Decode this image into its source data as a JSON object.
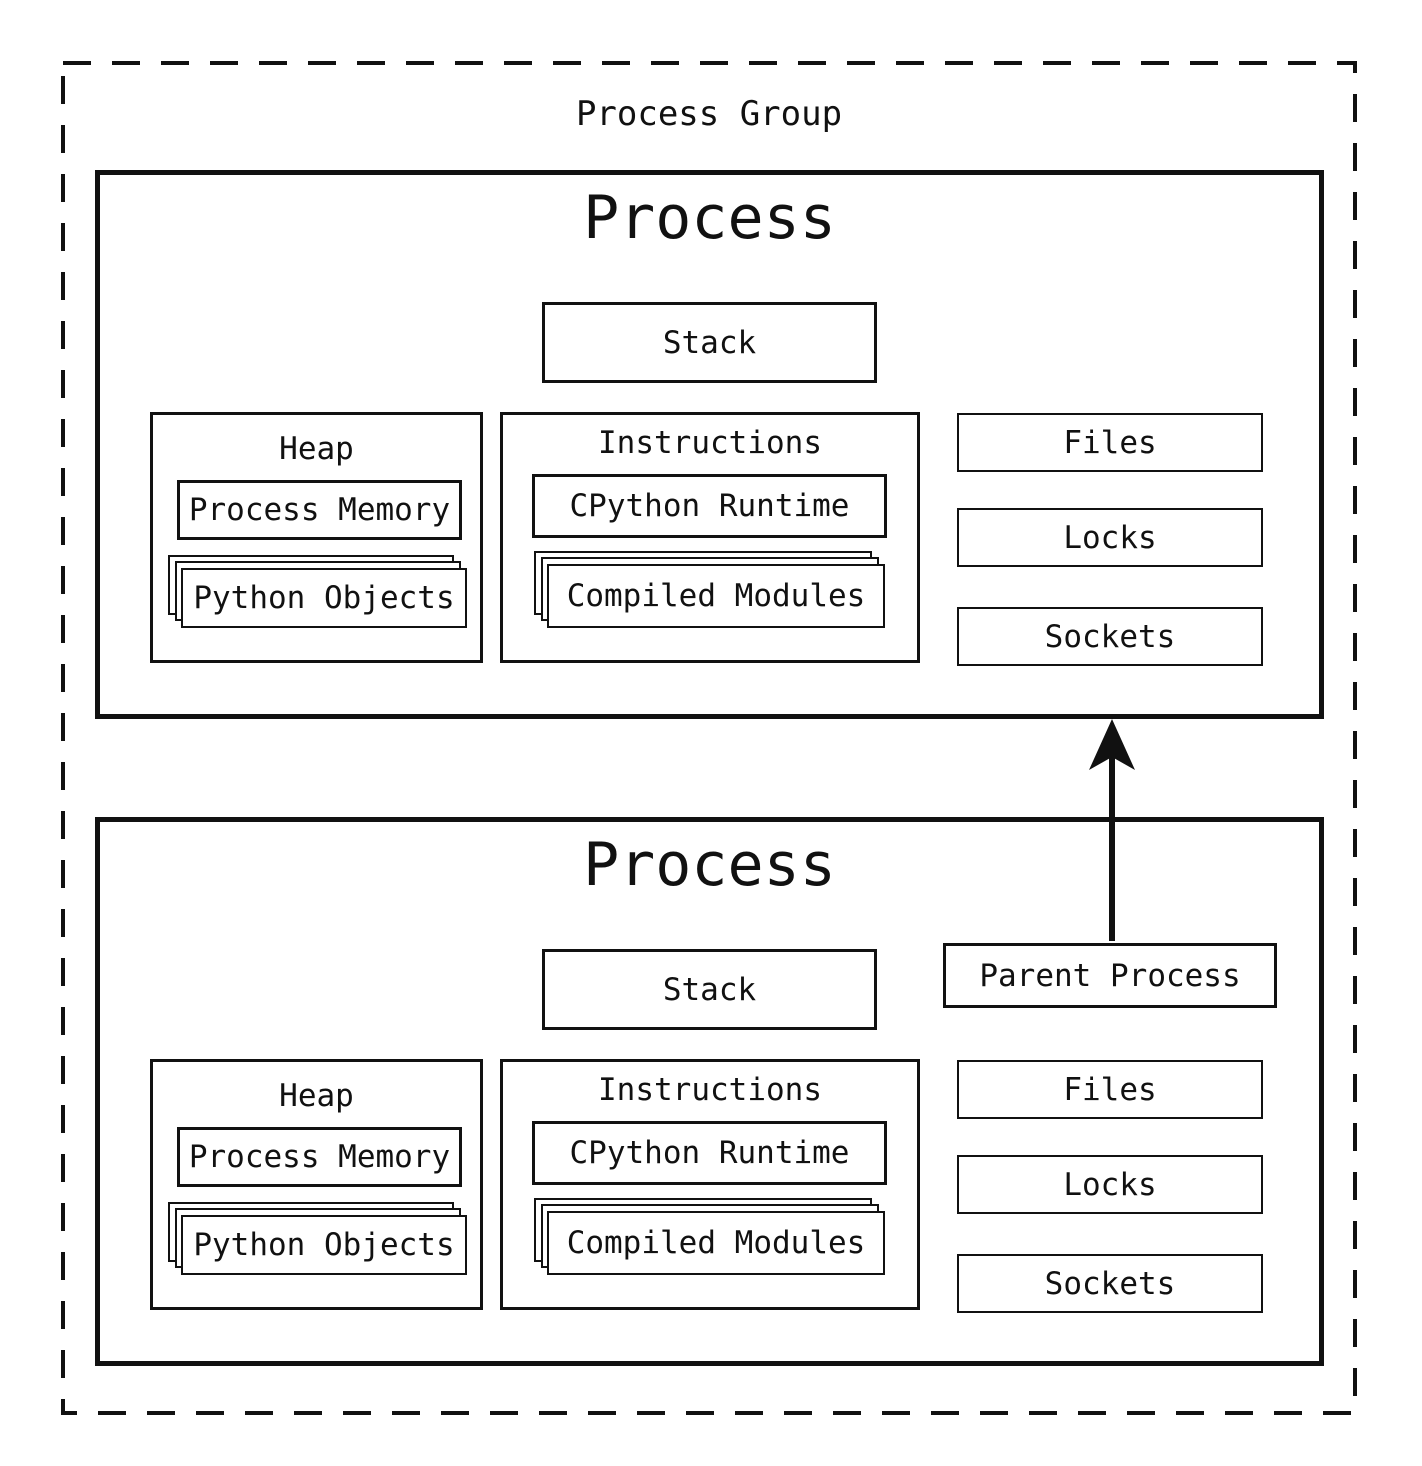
{
  "colors": {
    "ink": "#111111",
    "background": "#ffffff"
  },
  "group": {
    "title": "Process Group"
  },
  "process_top": {
    "title": "Process",
    "stack": "Stack",
    "heap": {
      "title": "Heap",
      "memory": "Process Memory",
      "objects": "Python Objects"
    },
    "instructions": {
      "title": "Instructions",
      "runtime": "CPython Runtime",
      "modules": "Compiled Modules"
    },
    "resources": [
      "Files",
      "Locks",
      "Sockets"
    ]
  },
  "process_bottom": {
    "title": "Process",
    "stack": "Stack",
    "parent": "Parent Process",
    "heap": {
      "title": "Heap",
      "memory": "Process Memory",
      "objects": "Python Objects"
    },
    "instructions": {
      "title": "Instructions",
      "runtime": "CPython Runtime",
      "modules": "Compiled Modules"
    },
    "resources": [
      "Files",
      "Locks",
      "Sockets"
    ]
  }
}
